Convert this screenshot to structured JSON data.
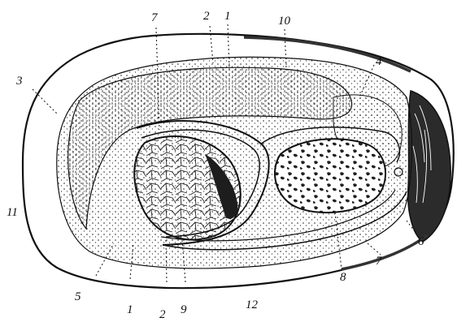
{
  "figure": {
    "labels": [
      {
        "id": "l7a",
        "text": "7"
      },
      {
        "id": "l2a",
        "text": "2"
      },
      {
        "id": "l1a",
        "text": "1"
      },
      {
        "id": "l10",
        "text": "10"
      },
      {
        "id": "l4",
        "text": "4"
      },
      {
        "id": "l3",
        "text": "3"
      },
      {
        "id": "l11",
        "text": "11"
      },
      {
        "id": "l6",
        "text": "6"
      },
      {
        "id": "l7b",
        "text": "7"
      },
      {
        "id": "l8",
        "text": "8"
      },
      {
        "id": "l5",
        "text": "5"
      },
      {
        "id": "l1b",
        "text": "1"
      },
      {
        "id": "l2b",
        "text": "2"
      },
      {
        "id": "l9",
        "text": "9"
      },
      {
        "id": "l12",
        "text": "12"
      }
    ]
  },
  "colors": {
    "ink": "#111111",
    "paper": "#ffffff",
    "shade": "#333333"
  }
}
